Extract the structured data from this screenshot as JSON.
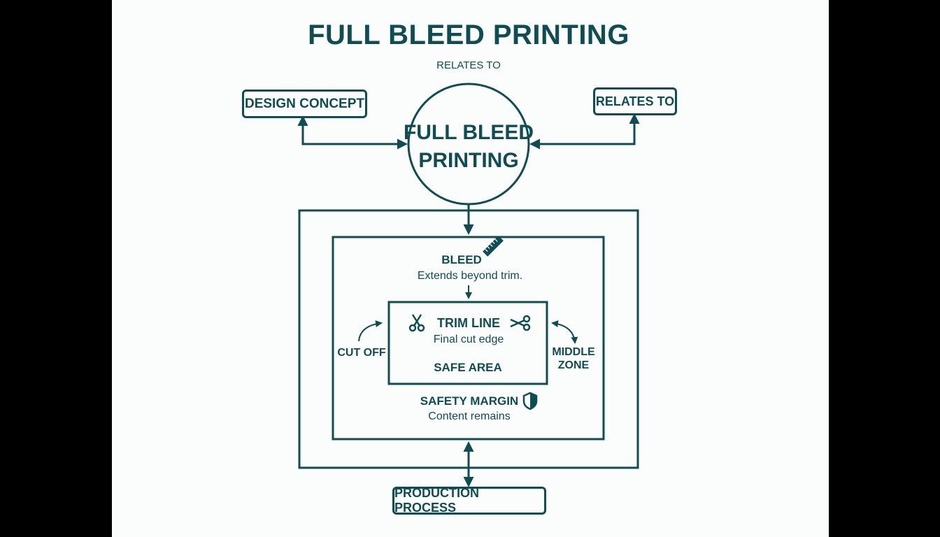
{
  "title": "FULL BLEED PRINTING",
  "subtitle": "RELATES TO",
  "center_node": {
    "line1": "FULL BLEED",
    "line2": "PRINTING"
  },
  "left_node": "DESIGN CONCEPT",
  "right_node": "RELATES TO",
  "bleed": {
    "label": "BLEED",
    "description": "Extends beyond trim."
  },
  "trim": {
    "label": "TRIM LINE",
    "description": "Final cut edge",
    "inner_label": "SAFE AREA"
  },
  "safety": {
    "label": "SAFETY MARGIN",
    "description": "Content remains"
  },
  "side_left": "CUT OFF",
  "side_right": {
    "line1": "MIDDLE",
    "line2": "ZONE"
  },
  "bottom_node": "PRODUCTION PROCESS",
  "icons": [
    "ruler-icon",
    "scissors-icon",
    "shield-icon"
  ],
  "colors": {
    "primary": "#0f4d52",
    "background": "#fbfcfc"
  }
}
